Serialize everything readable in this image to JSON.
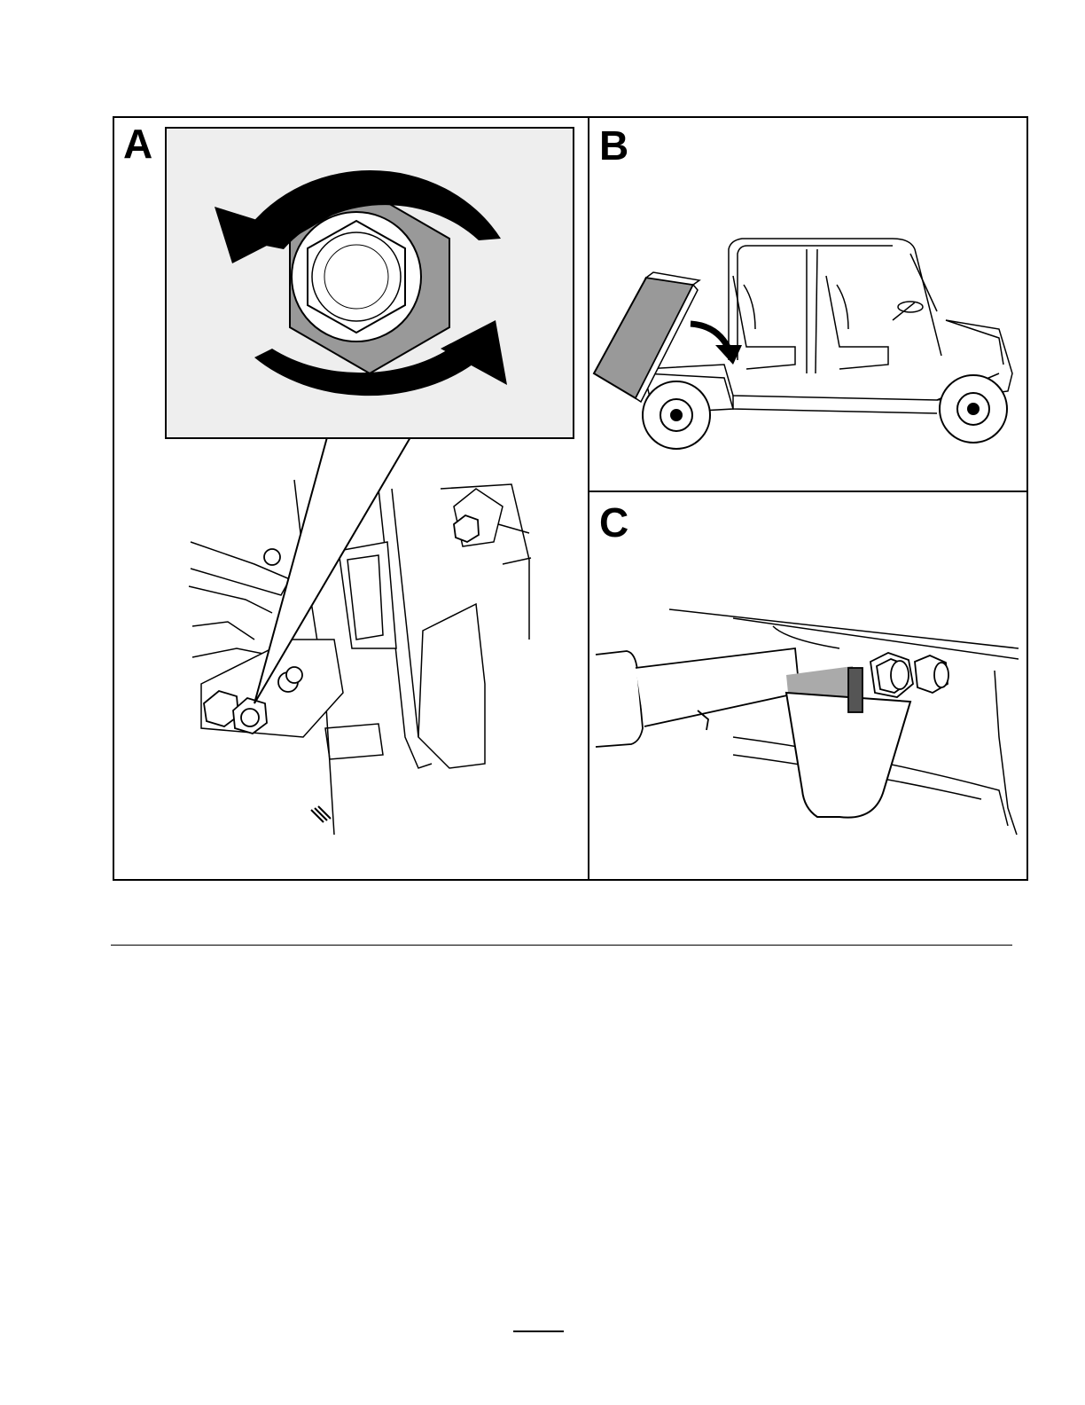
{
  "figure": {
    "panels": [
      {
        "id": "A",
        "label": "A",
        "icons": [
          "nut-loosen-tighten-arrows-icon",
          "hex-nut-icon"
        ]
      },
      {
        "id": "B",
        "label": "B",
        "icons": [
          "utility-vehicle-icon",
          "cargo-bed-raised-icon",
          "curved-arrow-icon"
        ]
      },
      {
        "id": "C",
        "label": "C",
        "icons": [
          "lift-cylinder-icon",
          "pivot-bolt-icon"
        ]
      }
    ],
    "colors": {
      "line": "#000000",
      "shade": "#999999",
      "background": "#ffffff"
    }
  }
}
